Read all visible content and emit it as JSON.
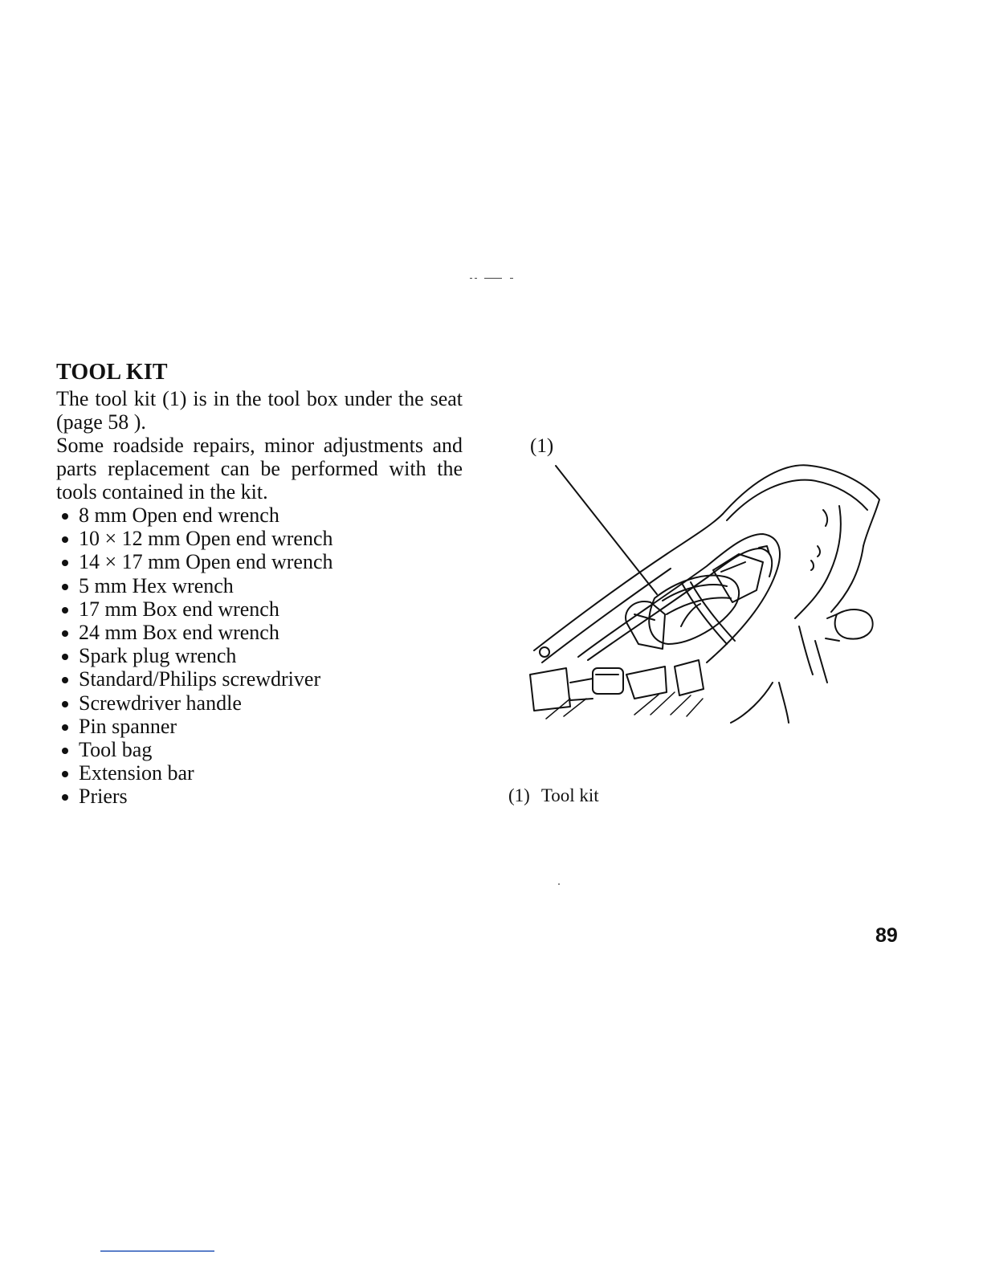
{
  "section": {
    "heading": "TOOL KIT",
    "intro_1": "The tool kit (1) is in the tool box under the seat (page 58 ).",
    "intro_2": "Some roadside repairs, minor adjustments and parts replacement can be performed with the tools contained in the kit.",
    "tools": [
      "8 mm Open end wrench",
      "10 × 12 mm Open end wrench",
      "14 × 17 mm Open end wrench",
      "5 mm Hex wrench",
      "17 mm Box end wrench",
      "24 mm Box end wrench",
      "Spark plug wrench",
      "Standard/Philips screwdriver",
      "Screwdriver handle",
      "Pin spanner",
      "Tool bag",
      "Extension bar",
      "Priers"
    ]
  },
  "figure": {
    "callout": "(1)",
    "caption_number": "(1)",
    "caption_text": "Tool kit"
  },
  "page": {
    "number": "89"
  }
}
